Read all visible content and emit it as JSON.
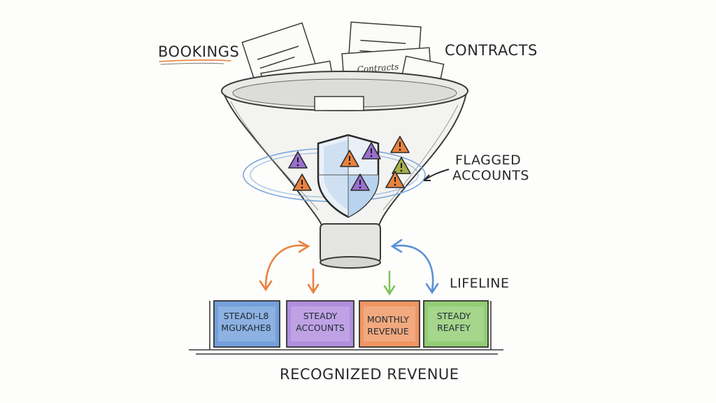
{
  "labels": {
    "bookings": "BOOKINGS",
    "contracts": "CONTRACTS",
    "flagged_line1": "FLAGGED",
    "flagged_line2": "ACCOUNTS",
    "lifeline": "LIFELINE",
    "recognized_revenue": "RECOGNIZED REVENUE"
  },
  "documents": [
    {
      "title": "Bookings"
    },
    {
      "title": "Contracts"
    }
  ],
  "boxes": [
    {
      "line1": "STEADI-L8",
      "line2": "MGUKAHE8",
      "color": "#5b8fd6"
    },
    {
      "line1": "STEADY",
      "line2": "ACCOUNTS",
      "color": "#a37ad8"
    },
    {
      "line1": "MONTHLY",
      "line2": "REVENUE",
      "color": "#ec8447"
    },
    {
      "line1": "STEADY",
      "line2": "REAFEY",
      "color": "#7fc45a"
    }
  ],
  "colors": {
    "orange": "#e9823f",
    "blue": "#5b8fd6",
    "green": "#7fc45a",
    "purple": "#9b6fd0",
    "olive": "#a6b04a"
  }
}
